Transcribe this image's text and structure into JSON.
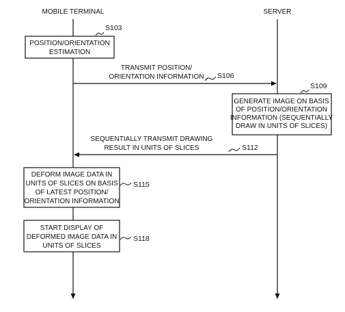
{
  "lanes": {
    "mobile_terminal": "MOBILE TERMINAL",
    "server": "SERVER"
  },
  "steps": {
    "s103": {
      "id": "S103",
      "lines": [
        "POSITION/ORIENTATION",
        "ESTIMATION"
      ]
    },
    "s106": {
      "id": "S106",
      "lines": [
        "TRANSMIT POSITION/",
        "ORIENTATION INFORMATION"
      ]
    },
    "s109": {
      "id": "S109",
      "lines": [
        "GENERATE IMAGE ON BASIS",
        "OF POSITION/ORIENTATION",
        "INFORMATION (SEQUENTIALLY",
        "DRAW IN UNITS OF SLICES)"
      ]
    },
    "s112": {
      "id": "S112",
      "lines": [
        "SEQUENTIALLY TRANSMIT DRAWING",
        "RESULT IN UNITS OF SLICES"
      ]
    },
    "s115": {
      "id": "S115",
      "lines": [
        "DEFORM IMAGE DATA IN",
        "UNITS OF SLICES ON BASIS",
        "OF LATEST POSITION/",
        "ORIENTATION INFORMATION"
      ]
    },
    "s118": {
      "id": "S118",
      "lines": [
        "START DISPLAY OF",
        "DEFORMED IMAGE DATA IN",
        "UNITS OF SLICES"
      ]
    }
  }
}
